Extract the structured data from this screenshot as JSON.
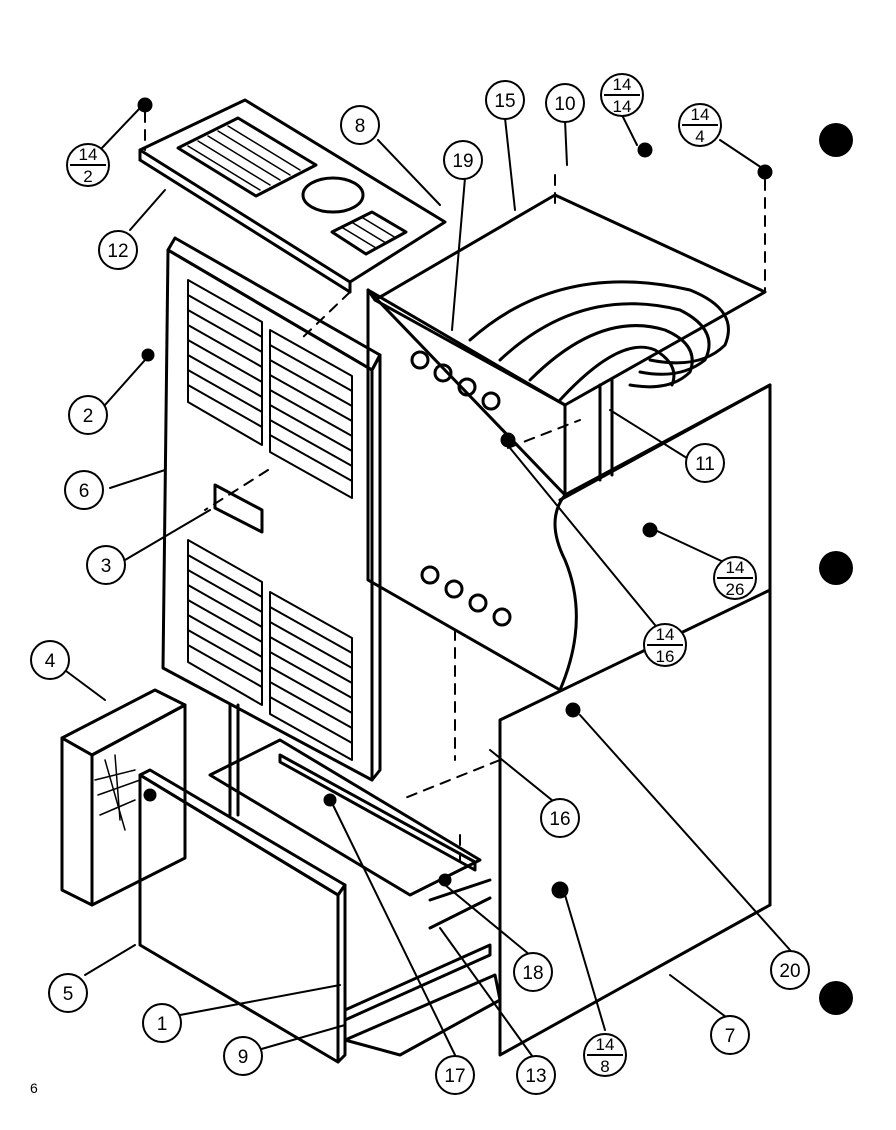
{
  "page_number": "6",
  "callouts": {
    "c1": "1",
    "c2": "2",
    "c3": "3",
    "c4": "4",
    "c5": "5",
    "c6": "6",
    "c7": "7",
    "c8": "8",
    "c9": "9",
    "c10": "10",
    "c11": "11",
    "c12": "12",
    "c13": "13",
    "c15": "15",
    "c16": "16",
    "c17": "17",
    "c18": "18",
    "c19": "19",
    "c20": "20"
  },
  "fraction_callouts": {
    "f14_2": {
      "num": "14",
      "den": "2"
    },
    "f14_14": {
      "num": "14",
      "den": "14"
    },
    "f14_4": {
      "num": "14",
      "den": "4"
    },
    "f14_26": {
      "num": "14",
      "den": "26"
    },
    "f14_16": {
      "num": "14",
      "den": "16"
    },
    "f14_8": {
      "num": "14",
      "den": "8"
    }
  }
}
